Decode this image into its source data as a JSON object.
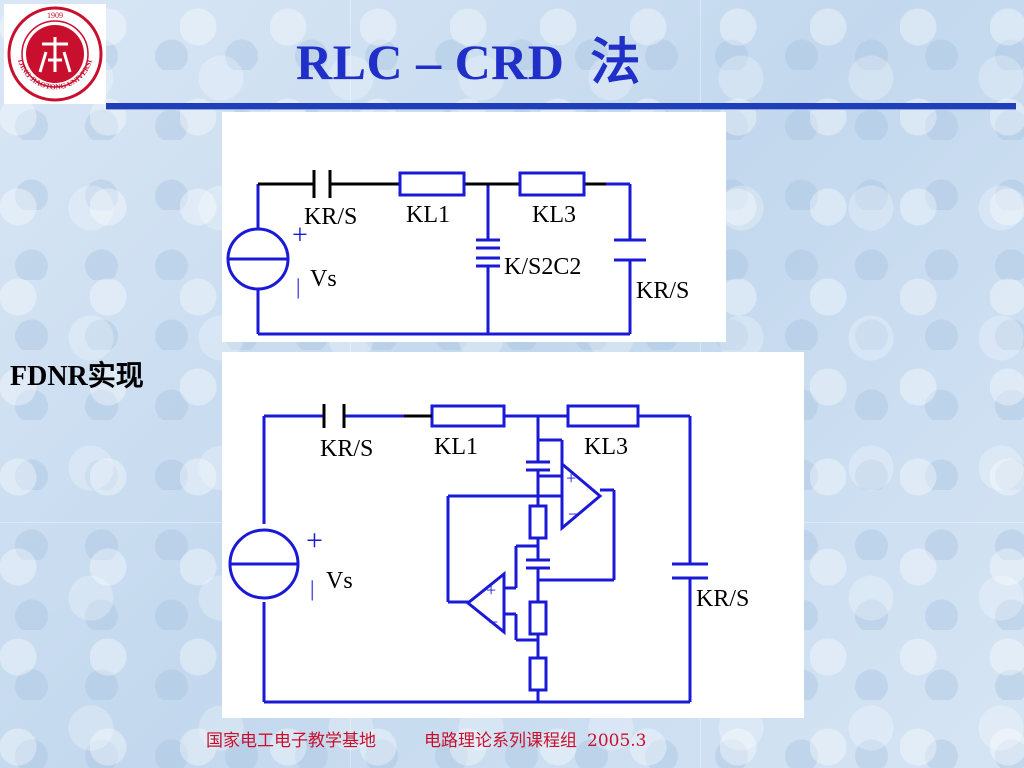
{
  "title": "RLC – CRD  法",
  "logo": {
    "year": "1909",
    "ring_text": "BEIJING JIAOTONG UNIVERSITY",
    "colors": {
      "ring": "#c8102e",
      "center": "#c8102e"
    }
  },
  "circuit_top": {
    "labels": {
      "cap_series": "KR/S",
      "res1": "KL1",
      "res3": "KL3",
      "fdnr": "K/S2C2",
      "cap_shunt": "KR/S",
      "source": "Vs",
      "plus": "+",
      "minus": "|"
    }
  },
  "section_label": "FDNR实现",
  "circuit_bottom": {
    "labels": {
      "cap_series": "KR/S",
      "res1": "KL1",
      "res3": "KL3",
      "cap_shunt": "KR/S",
      "source": "Vs",
      "plus": "+",
      "minus": "|",
      "opamp_plus": "+",
      "opamp_minus": "−"
    }
  },
  "footer": {
    "org": "国家电工电子教学基地",
    "group": "电路理论系列课程组",
    "date": "2005.3"
  },
  "colors": {
    "title": "#1f2fc8",
    "wire_blue": "#1a1ad6",
    "wire_black": "#000000",
    "footer": "#c8102e",
    "rule": "#1f3fb8"
  }
}
